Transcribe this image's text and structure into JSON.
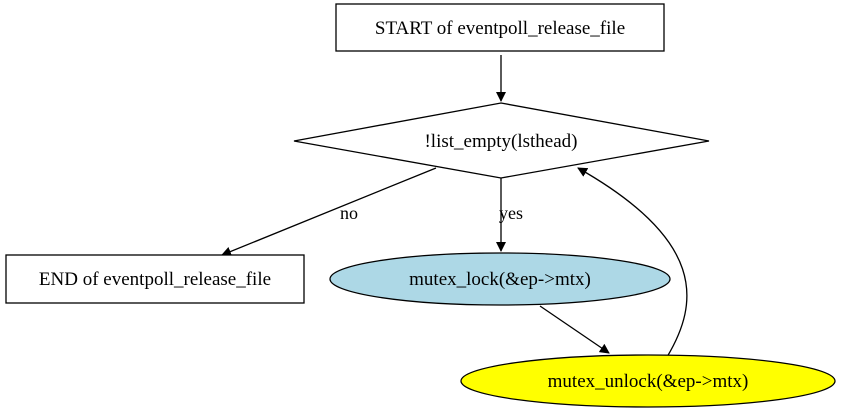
{
  "diagram": {
    "nodes": {
      "start": {
        "label": "START of eventpoll_release_file",
        "shape": "box",
        "fill": "#ffffff"
      },
      "decision": {
        "label": "!list_empty(lsthead)",
        "shape": "diamond",
        "fill": "#ffffff"
      },
      "end": {
        "label": "END of eventpoll_release_file",
        "shape": "box",
        "fill": "#ffffff"
      },
      "lock": {
        "label": "mutex_lock(&ep->mtx)",
        "shape": "ellipse",
        "fill": "#add8e6"
      },
      "unlock": {
        "label": "mutex_unlock(&ep->mtx)",
        "shape": "ellipse",
        "fill": "#ffff00"
      }
    },
    "edges": {
      "start_to_decision": {
        "from": "start",
        "to": "decision",
        "label": ""
      },
      "decision_to_end": {
        "from": "decision",
        "to": "end",
        "label": "no"
      },
      "decision_to_lock": {
        "from": "decision",
        "to": "lock",
        "label": "yes"
      },
      "lock_to_unlock": {
        "from": "lock",
        "to": "unlock",
        "label": ""
      },
      "unlock_to_decision": {
        "from": "unlock",
        "to": "decision",
        "label": ""
      }
    }
  }
}
